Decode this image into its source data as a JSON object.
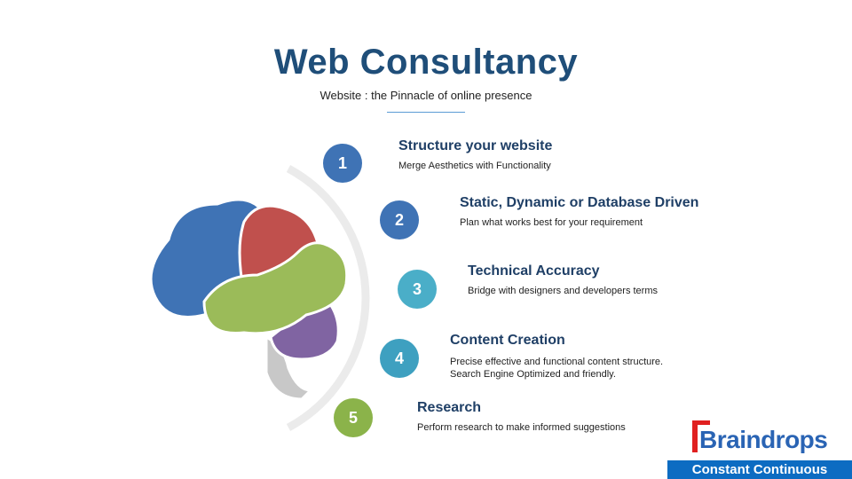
{
  "header": {
    "title": "Web Consultancy",
    "subtitle": "Website : the Pinnacle of online presence"
  },
  "items": [
    {
      "number": "1",
      "title": "Structure your website",
      "desc": "Merge Aesthetics with Functionality",
      "color": "#3f73b5"
    },
    {
      "number": "2",
      "title": "Static, Dynamic or Database Driven",
      "desc": "Plan what works best for your requirement",
      "color": "#3f73b5"
    },
    {
      "number": "3",
      "title": "Technical Accuracy",
      "desc": "Bridge with designers and developers terms",
      "color": "#4aaec8"
    },
    {
      "number": "4",
      "title": "Content Creation",
      "desc": "Precise effective and functional content structure.",
      "desc2": "Search Engine Optimized and friendly.",
      "color": "#3ea0c0"
    },
    {
      "number": "5",
      "title": "Research",
      "desc": "Perform research to make informed suggestions",
      "color": "#8bb34a"
    }
  ],
  "logo": {
    "text": "Braindrops",
    "tagline": "Constant Continuous"
  }
}
